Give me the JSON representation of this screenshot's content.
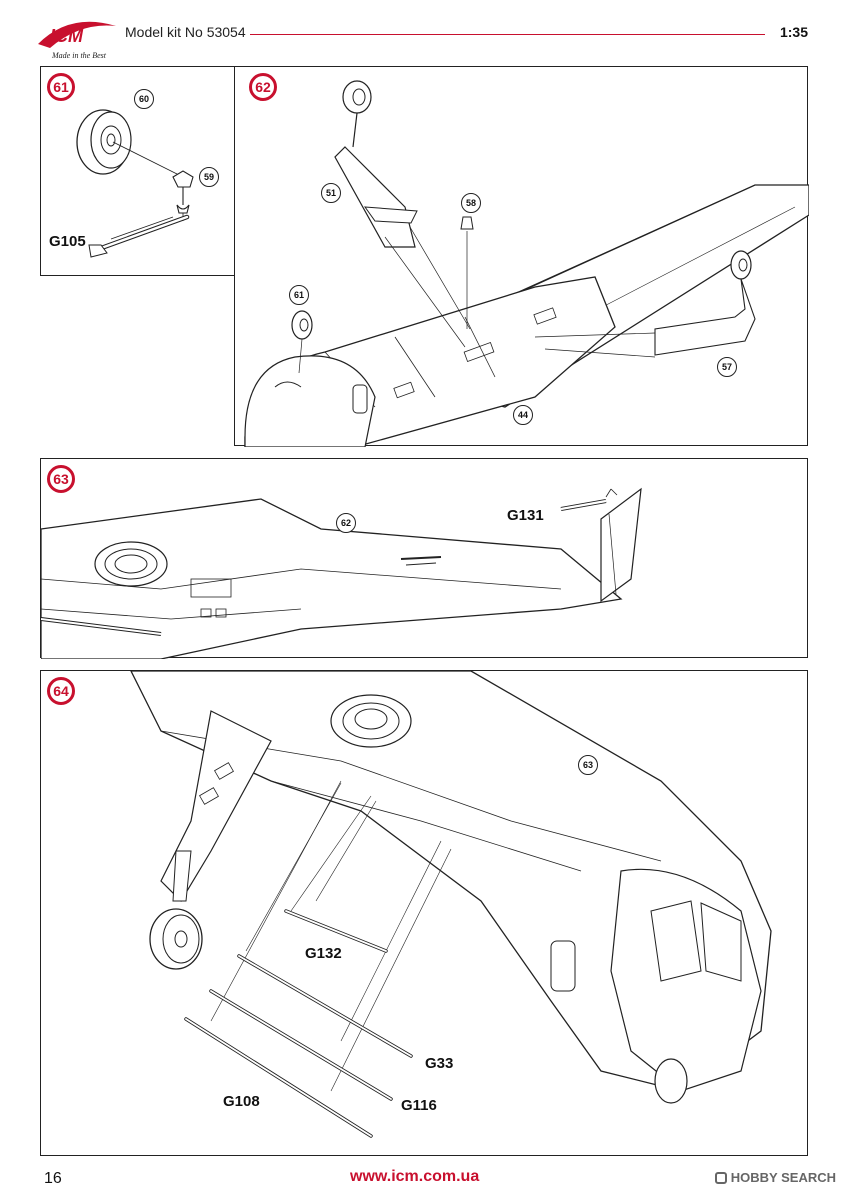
{
  "header": {
    "brand": "ICM",
    "tagline": "Made in the Best",
    "model_kit": "Model kit No 53054",
    "scale": "1:35"
  },
  "colors": {
    "accent": "#c8102e",
    "line": "#222222"
  },
  "steps": {
    "s61": {
      "number": "61",
      "callouts": {
        "c60": "60",
        "c59": "59"
      },
      "labels": {
        "g105": "G105"
      }
    },
    "s62": {
      "number": "62",
      "callouts": {
        "c51": "51",
        "c58": "58",
        "c61": "61",
        "c57": "57",
        "c44": "44"
      }
    },
    "s63": {
      "number": "63",
      "callouts": {
        "c62": "62"
      },
      "labels": {
        "g131": "G131"
      }
    },
    "s64": {
      "number": "64",
      "callouts": {
        "c63": "63"
      },
      "labels": {
        "g132": "G132",
        "g33": "G33",
        "g108": "G108",
        "g116": "G116"
      }
    }
  },
  "footer": {
    "page": "16",
    "url": "www.icm.com.ua",
    "watermark": "HOBBY SEARCH"
  }
}
